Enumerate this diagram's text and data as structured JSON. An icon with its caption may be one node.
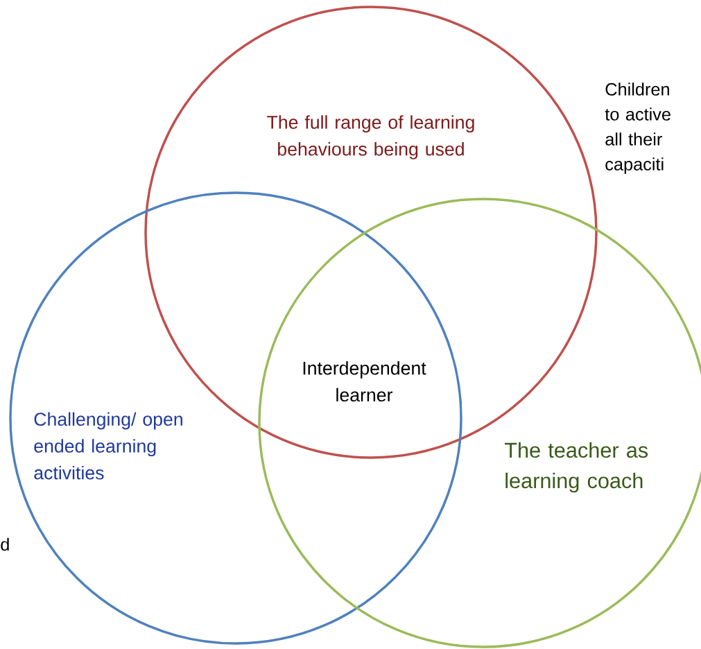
{
  "diagram": {
    "nodes": [
      {
        "text": [
          "The full range of learning behaviours being used"
        ]
      },
      {
        "text": [
          "Challenging/ open ended learning activities"
        ]
      },
      {
        "text": [
          "The teacher as learning coach"
        ]
      }
    ],
    "labels": [
      "Children to active all their capaciti",
      "Interdependent learner",
      "d"
    ]
  }
}
